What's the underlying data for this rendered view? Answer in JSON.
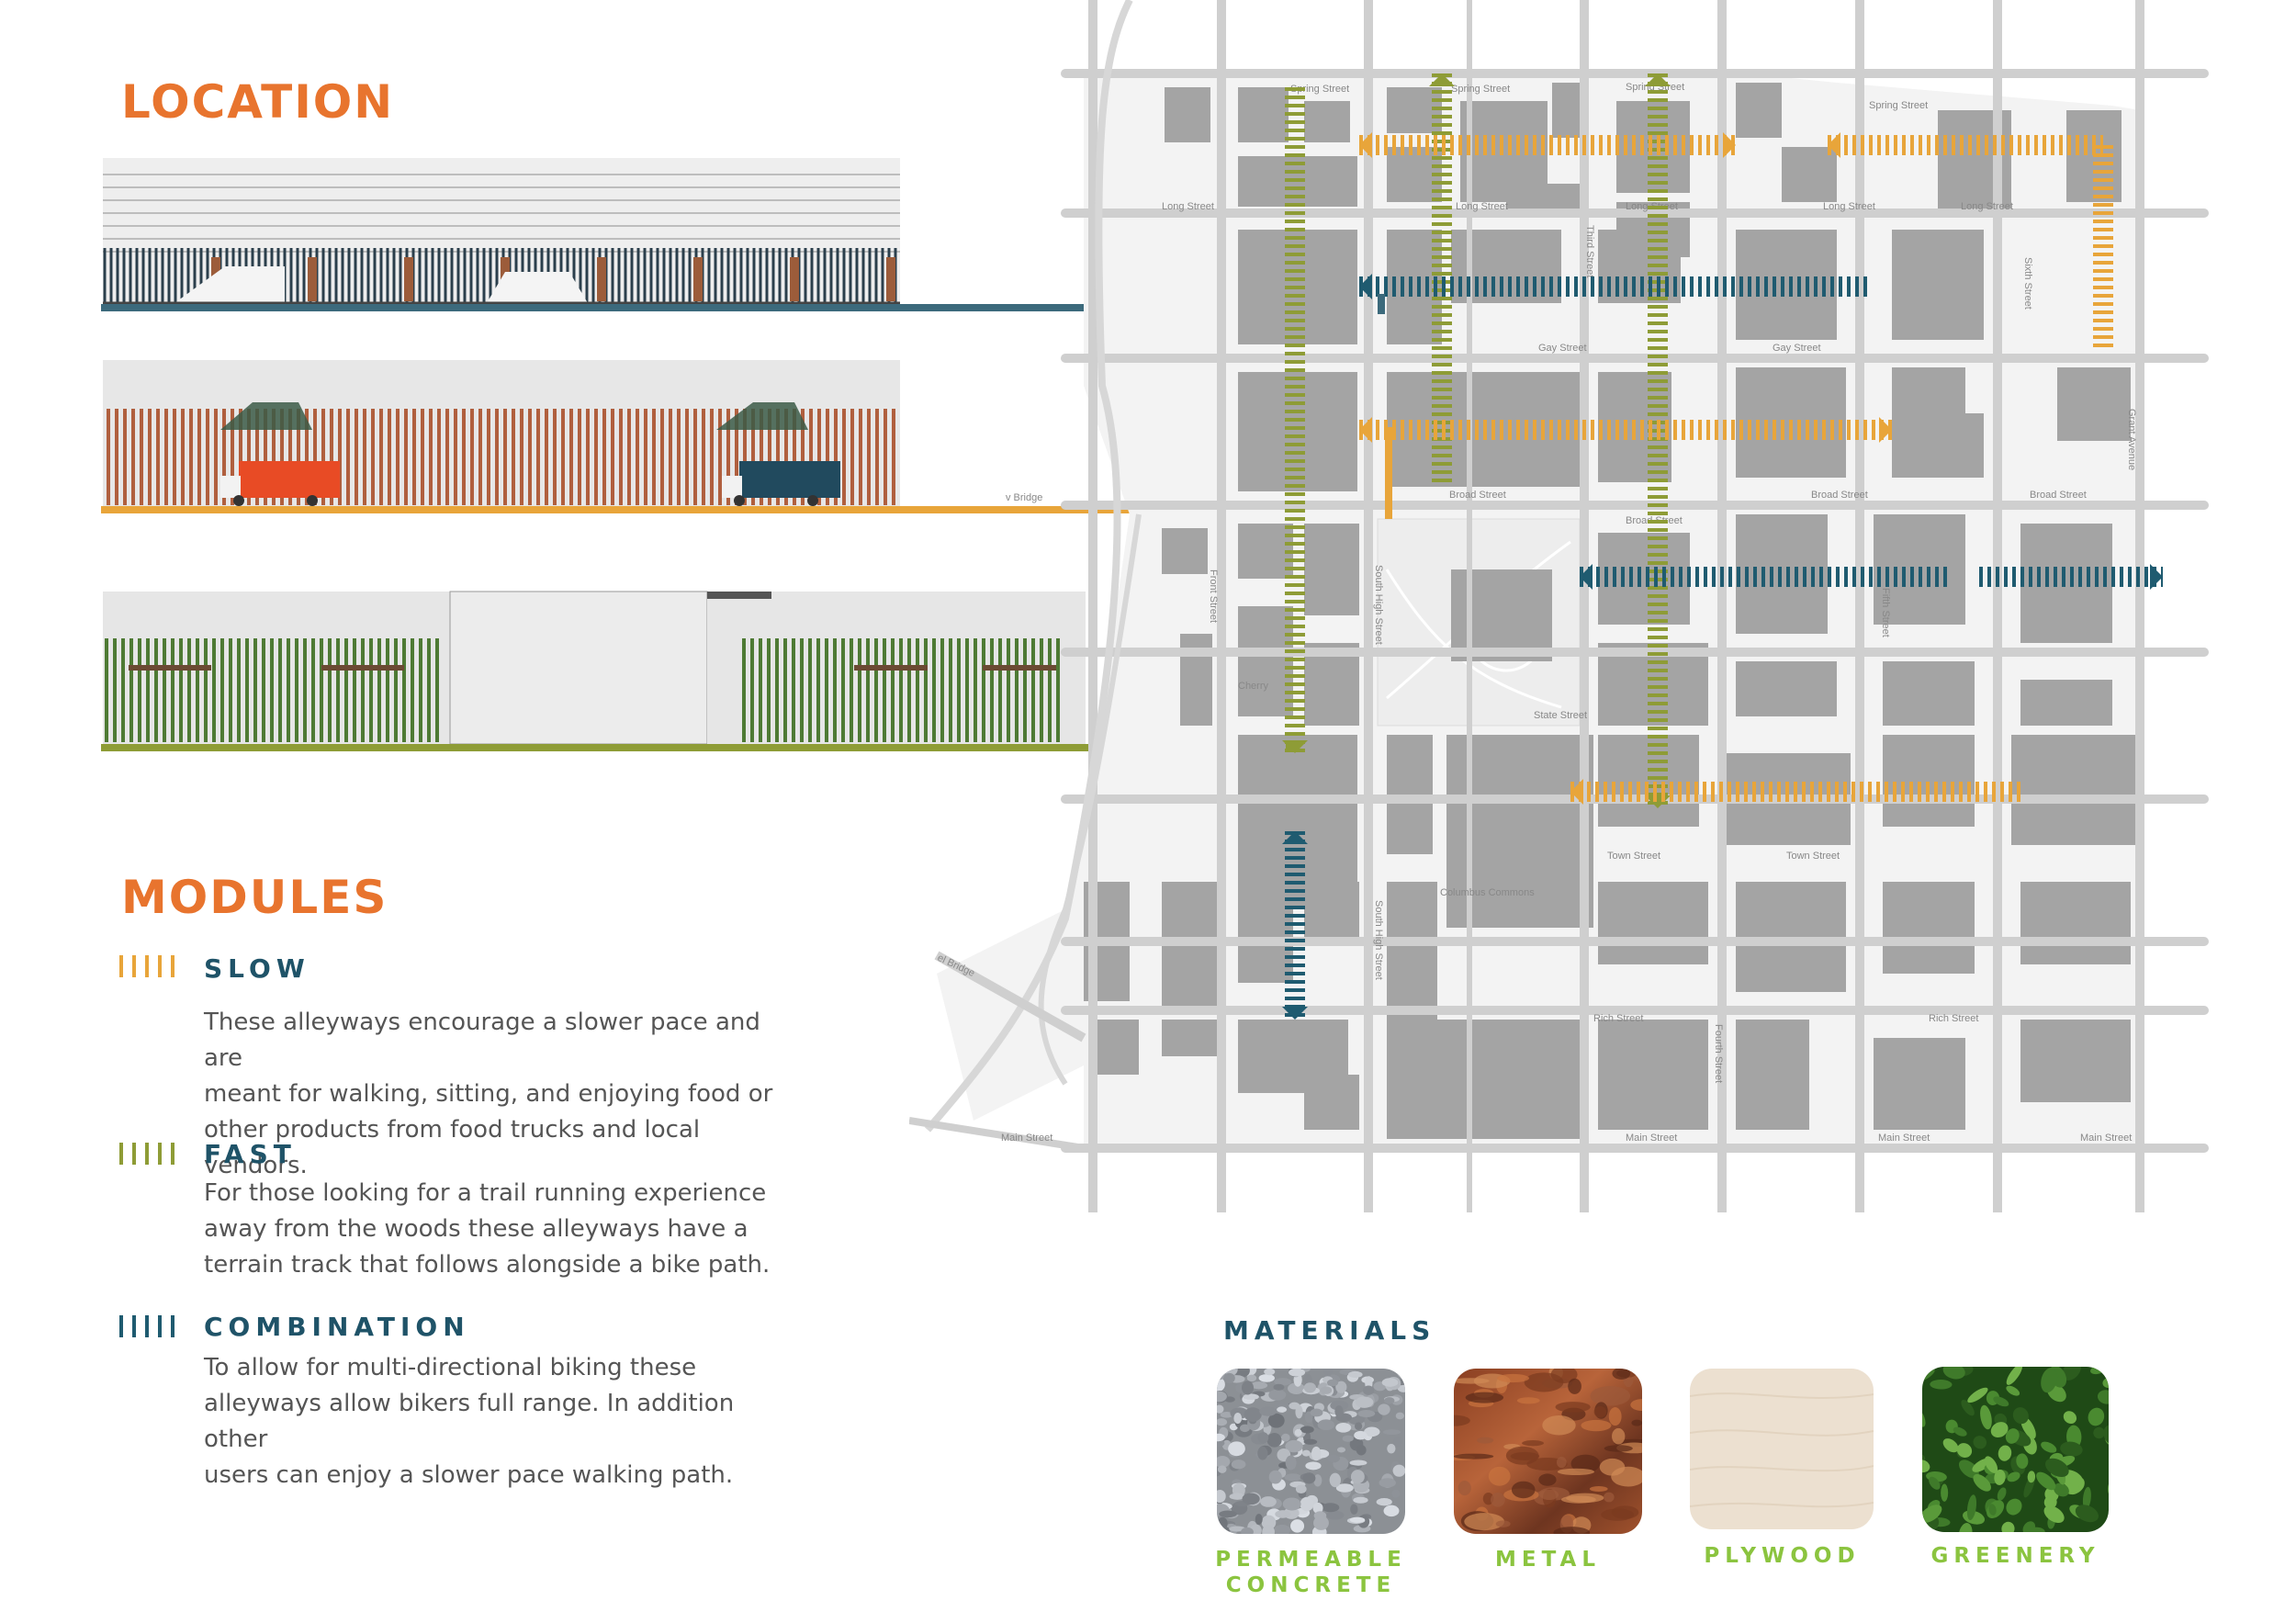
{
  "headings": {
    "location": "LOCATION",
    "modules": "MODULES",
    "materials": "MATERIALS"
  },
  "modules": [
    {
      "name": "SLOW",
      "color": "#e8a53a",
      "text": [
        "These alleyways encourage a slower pace and are",
        "meant for walking, sitting, and enjoying food or",
        "other products from food trucks and local vendors."
      ]
    },
    {
      "name": "FAST",
      "color": "#8e9c36",
      "text": [
        "For those looking for a trail running experience",
        "away from the woods these alleyways have a",
        "terrain track that follows alongside a bike path."
      ]
    },
    {
      "name": "COMBINATION",
      "color": "#1f5b70",
      "text": [
        "To allow for multi-directional biking these",
        "alleyways allow bikers full range. In addition other",
        "users can enjoy a slower pace walking path."
      ]
    }
  ],
  "materials": [
    {
      "line1": "PERMEABLE",
      "line2": "CONCRETE"
    },
    {
      "line1": "METAL",
      "line2": ""
    },
    {
      "line1": "PLYWOOD",
      "line2": ""
    },
    {
      "line1": "GREENERY",
      "line2": ""
    }
  ],
  "colors": {
    "orange_heading": "#e8742e",
    "slow": "#e8a53a",
    "fast": "#8e9c36",
    "combination": "#1f5b70",
    "material_label": "#8bc43f"
  },
  "map_labels": {
    "spring_street": "Spring Street",
    "long_street": "Long Street",
    "gay_street": "Gay Street",
    "broad_street": "Broad Street",
    "state_street": "State Street",
    "town_street": "Town Street",
    "rich_street": "Rich Street",
    "main_street": "Main Street",
    "front_street": "Front Street",
    "south_high_street": "South High Street",
    "third_street": "Third Street",
    "fourth_street": "Fourth Street",
    "fifth_street": "Fifth Street",
    "sixth_street": "Sixth Street",
    "grant_avenue": "Grant Avenue",
    "cherry": "Cherry",
    "bridge": "v Bridge",
    "main_bridge": "el Bridge",
    "columbus_commons": "Columbus Commons"
  }
}
